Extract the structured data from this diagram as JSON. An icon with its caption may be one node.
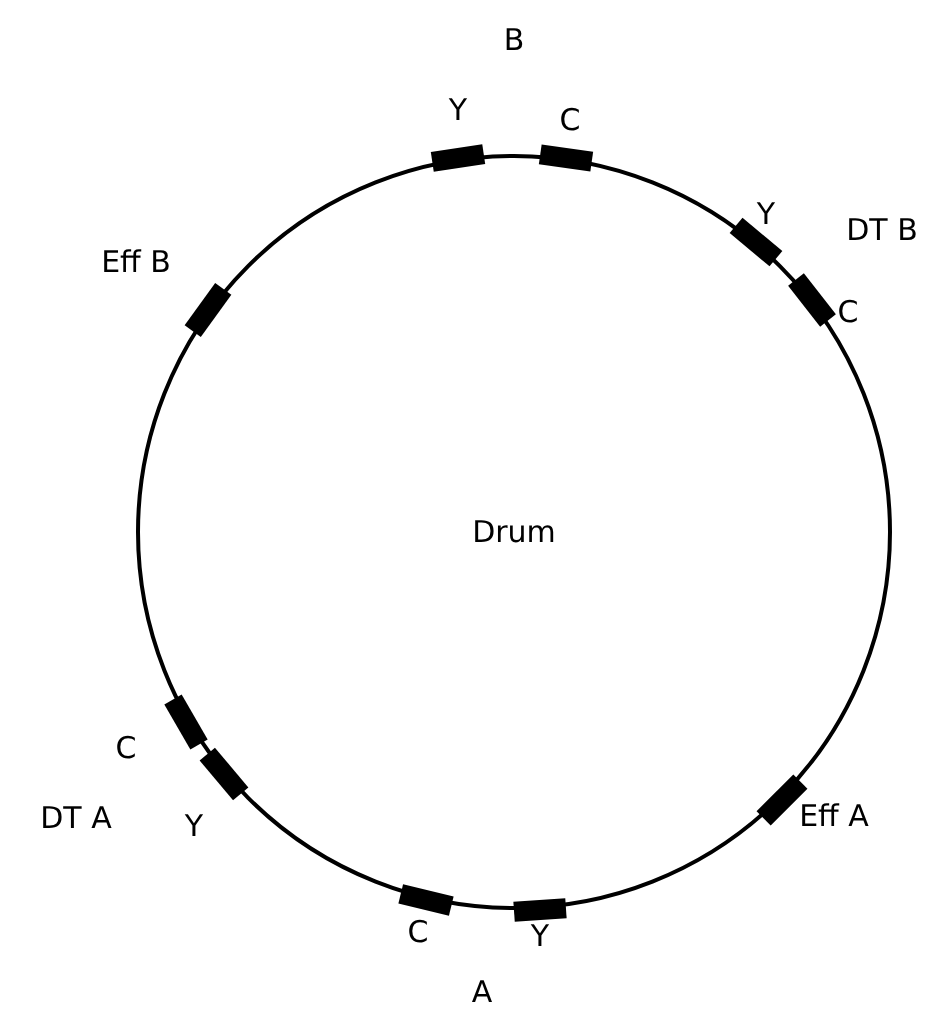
{
  "diagram": {
    "nodes": [
      {
        "text": [
          "Drum"
        ]
      }
    ],
    "labels": [
      "B",
      "Y",
      "C",
      "Y",
      "DT B",
      "Eff B",
      "C",
      "C",
      "Eff A",
      "DT A",
      "Y",
      "C",
      "Y",
      "A"
    ]
  }
}
